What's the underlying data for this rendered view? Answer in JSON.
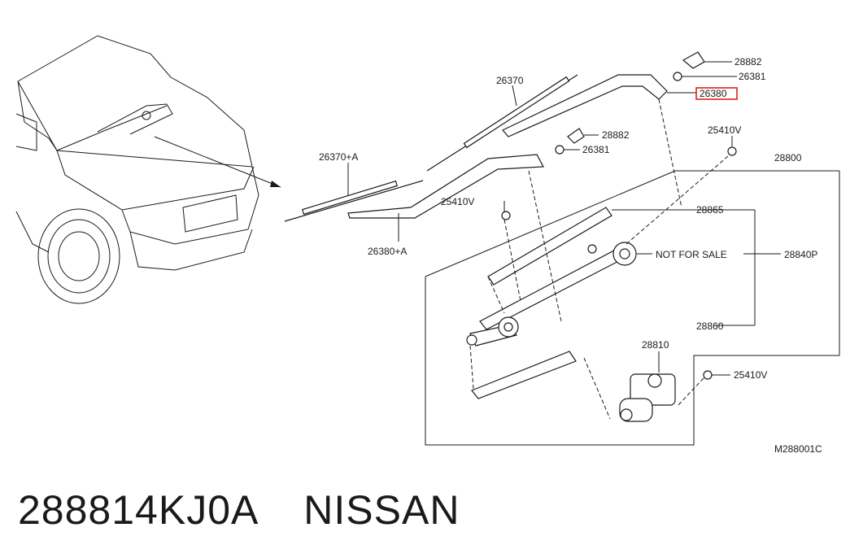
{
  "diagram": {
    "labels": {
      "l_26370": "26370",
      "l_28882_top": "28882",
      "l_26381_top": "26381",
      "l_26380": "26380",
      "l_28882_mid": "28882",
      "l_26381_mid": "26381",
      "l_25410v_top": "25410V",
      "l_28800": "28800",
      "l_26370a": "26370+A",
      "l_25410v_left": "25410V",
      "l_28865": "28865",
      "l_26380a": "26380+A",
      "l_nfs": "NOT FOR SALE",
      "l_28840p": "28840P",
      "l_28860": "28860",
      "l_28810": "28810",
      "l_25410v_right": "25410V",
      "l_code": "M288001C"
    },
    "highlight_color": "#e02020"
  },
  "caption": {
    "part_number": "288814KJ0A",
    "brand": "NISSAN"
  }
}
